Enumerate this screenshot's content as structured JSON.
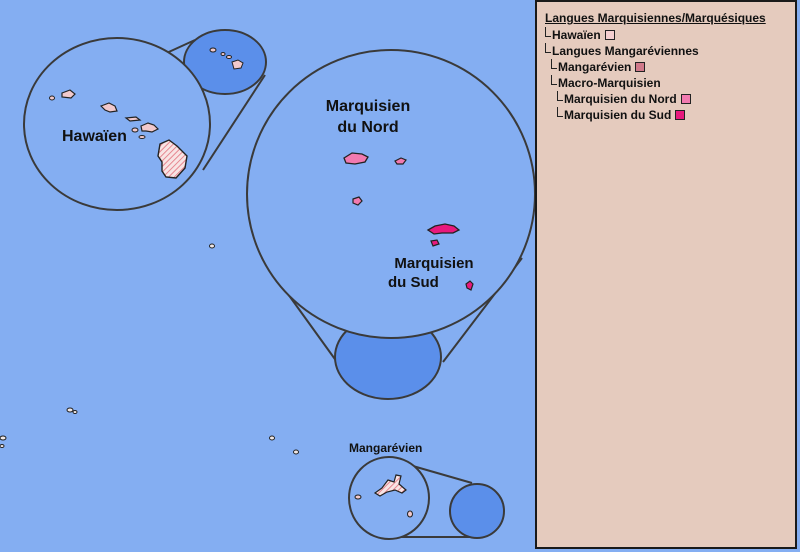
{
  "map": {
    "labels": {
      "hawaien": "Hawaïen",
      "marquisien_nord_l1": "Marquisien",
      "marquisien_nord_l2": "du Nord",
      "marquisien_sud_l1": "Marquisien",
      "marquisien_sud_l2": "du Sud",
      "mangarevien": "Mangarévien"
    },
    "colors": {
      "ocean": "#84aef2",
      "inset_fill": "#5b8fea",
      "hawaien": "#f2c9cc",
      "mangarevien": "#d9868f",
      "marquisien_nord": "#f27ab0",
      "marquisien_sud": "#e8197d",
      "outline": "#222222"
    }
  },
  "legend": {
    "title": "Langues Marquisiennes/Marquésiques",
    "items": [
      {
        "label": "Hawaïen",
        "color": "#f5cfd0",
        "has_swatch": true
      },
      {
        "label": "Langues Mangaréviennes",
        "color": "",
        "has_swatch": false
      },
      {
        "label": "Mangarévien",
        "color": "#d0798a",
        "has_swatch": true
      },
      {
        "label": "Macro-Marquisien",
        "color": "",
        "has_swatch": false
      },
      {
        "label": "Marquisien du Nord",
        "color": "#f27ab0",
        "has_swatch": true
      },
      {
        "label": "Marquisien du Sud",
        "color": "#e8197d",
        "has_swatch": true
      }
    ]
  }
}
